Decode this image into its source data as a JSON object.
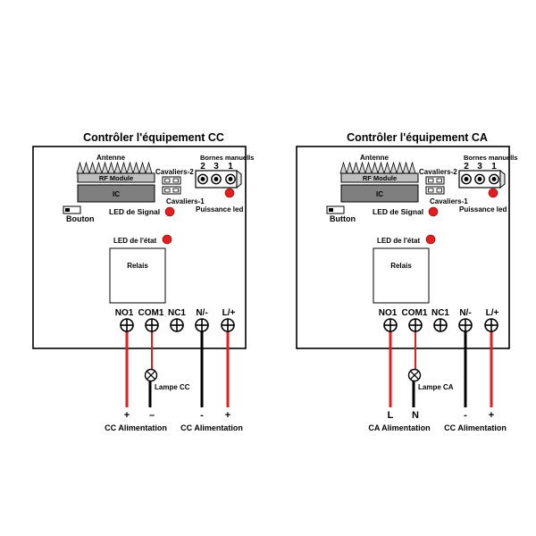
{
  "panels": [
    {
      "title": "Contrôler l'équipement CC",
      "antenna_label": "Antenne",
      "rf_module_label": "RF Module",
      "ic_label": "IC",
      "jumper_2_label": "Cavaliers-2",
      "jumper_1_label": "Cavaliers-1",
      "manual_terminals_label": "Bornes manuells",
      "manual_terminal_numbers": [
        "2",
        "3",
        "1"
      ],
      "power_led_label": "Puissance led",
      "button_label": "Bouton",
      "signal_led_label": "LED de Signal",
      "state_led_label": "LED de l'état",
      "relay_label": "Relais",
      "output_terminals": [
        "NO1",
        "COM1",
        "NC1",
        "N/-",
        "L/+"
      ],
      "lamp_label": "Lampe CC",
      "wire_end_labels": [
        "+",
        "–",
        "-",
        "+"
      ],
      "supply_labels": [
        "CC Alimentation",
        "CC Alimentation"
      ]
    },
    {
      "title": "Contrôler l'équipement CA",
      "antenna_label": "Antenne",
      "rf_module_label": "RF Module",
      "ic_label": "IC",
      "jumper_2_label": "Cavaliers-2",
      "jumper_1_label": "Cavaliers-1",
      "manual_terminals_label": "Bornes manuells",
      "manual_terminal_numbers": [
        "2",
        "3",
        "1"
      ],
      "power_led_label": "Puissance led",
      "button_label": "Button",
      "signal_led_label": "LED de Signal",
      "state_led_label": "LED de l'état",
      "relay_label": "Relais",
      "output_terminals": [
        "NO1",
        "COM1",
        "NC1",
        "N/-",
        "L/+"
      ],
      "lamp_label": "Lampe CA",
      "wire_end_labels": [
        "L",
        "N",
        "-",
        "+"
      ],
      "supply_labels": [
        "CA Alimentation",
        "CC Alimentation"
      ]
    }
  ],
  "colors": {
    "wire_red": "#e41e1e",
    "wire_black": "#000000",
    "led": "#e41e1e",
    "rf_module": "#bfbfbf",
    "ic": "#7f7f7f"
  }
}
